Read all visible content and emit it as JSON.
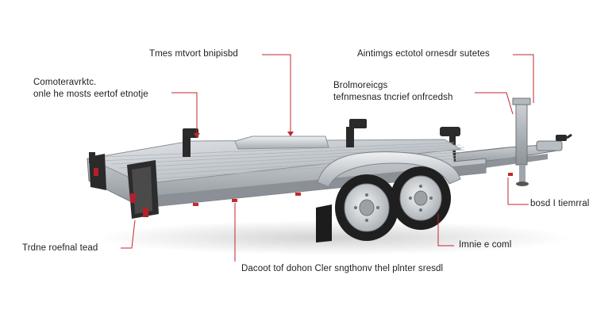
{
  "colors": {
    "leader": "#c1272d",
    "deck": "#c9ced3",
    "frame": "#9aa0a6",
    "tire": "#1f1f1f",
    "rim": "#d7dadd",
    "light": "#b3202a"
  },
  "callouts": [
    {
      "id": "top-center",
      "lines": [
        "Tmes mtvort bnipisbd"
      ]
    },
    {
      "id": "top-right",
      "lines": [
        "Aintimgs ectotol ornesdr sutetes"
      ]
    },
    {
      "id": "upper-left",
      "lines": [
        "Comoteravrktc.",
        "onle he mosts eertof etnotje"
      ]
    },
    {
      "id": "mid-right",
      "lines": [
        "Brolmoreicgs",
        "tefnmesnas tncrief onfrcedsh"
      ]
    },
    {
      "id": "right",
      "lines": [
        "bosd I tiemrral"
      ]
    },
    {
      "id": "lower-right",
      "lines": [
        "Imnie e coml"
      ]
    },
    {
      "id": "lower-left",
      "lines": [
        "Trdne roefnal tead"
      ]
    },
    {
      "id": "bottom",
      "lines": [
        "Dacoot tof dohon Cler sngthonv thel plnter sresdl"
      ]
    }
  ]
}
